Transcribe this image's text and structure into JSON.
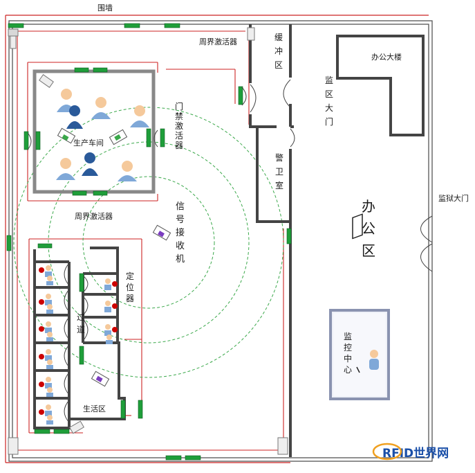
{
  "labels": {
    "wall": "围墙",
    "perimeter_top": "周界激活器",
    "perimeter_bottom": "周界激活器",
    "door_activator": "门禁激活器",
    "production": "生产车间",
    "signal_receiver": "信号接收机",
    "locator": "定位器",
    "corridor": "过道",
    "living_area": "生活区",
    "buffer_zone": "缓冲区",
    "guard_room": "警卫室",
    "prison_area_gate": "监区大门",
    "office_building": "办公大楼",
    "office_area": "办公区",
    "prison_gate": "监狱大门",
    "monitor_center": "监控中心",
    "watermark": "RFID世界网"
  },
  "colors": {
    "wall": "#555555",
    "red_line": "#cc2222",
    "activator": "#1f9e3a",
    "green_dash": "#3aa84a",
    "monitor_bg": "#eef0f7",
    "watermark_blue": "#1a4fa8",
    "watermark_orange": "#f0a020"
  }
}
